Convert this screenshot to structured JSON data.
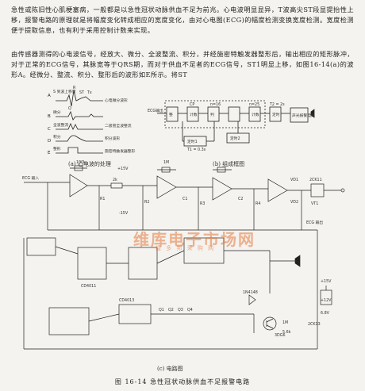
{
  "paragraphs": {
    "p1": "急性或陈旧性心肌梗塞病，一般都是以急性冠状动脉供血不足为前兆。心电波明显显异，T波高尖ST段显提抬性上移，报警电路的原理就是将幅度变化转成相应的宽度变化，由对心电图(ECG)的幅度检测变换宽度检测。宽度检测便于提取信息，也有利于采用控制计数来实现。",
    "p2": "由传感器测得的心电波信号，经放大、微分、全波整流、积分，并经施密特触发器整形后，输出相应的矩形脉冲，对于正常的ECG信号，其脉宽等于QRS期，而对于供血不足者的ECG信号，ST1明显上移，如图16-14(a)的波形A。经微分、整流、积分、整形后的波形如E所示。将ST"
  },
  "figure_a": {
    "caption": "(a) 心电波的处理",
    "items": [
      {
        "key": "A",
        "text": "S 到波上移量"
      },
      {
        "key": "B",
        "text": "微分"
      },
      {
        "key": "C",
        "text": "全波整流"
      },
      {
        "key": "D",
        "text": "积分"
      },
      {
        "key": "E",
        "text": "整形"
      }
    ],
    "annotations": [
      "ST",
      "Tx",
      "R",
      "Q"
    ],
    "notes": [
      "心电微分波形",
      "二极管全波整流",
      "积分波形",
      "施密特触发器整形"
    ]
  },
  "figure_b": {
    "caption": "(b) 组成框图",
    "input": "ECG输出",
    "blocks": [
      "整",
      "CP",
      "计数",
      "判",
      "计数",
      "定时",
      "声光报警电路"
    ],
    "labels": {
      "cp": "CP",
      "n16": "n=16",
      "n25": "n=25",
      "t2": "T2 = 2s",
      "timer1": "定时1",
      "t1": "T1 = 0.3s",
      "timer2": "定时2"
    }
  },
  "figure_c": {
    "caption": "(c) 电路图",
    "labels": [
      "ECG 输入",
      "+15V",
      "-15V",
      "100k",
      "2k",
      "1M",
      "R1",
      "R2",
      "R3",
      "R4",
      "C1",
      "C2",
      "VD1",
      "VD2",
      "2CK11",
      "VT1",
      "ECG 输出",
      "3DG6",
      "+15V",
      "1N4148",
      "CD4011",
      "CD4013",
      "Q1",
      "Q2",
      "Q3",
      "Q4",
      "+12V",
      "5.6k",
      "6.8V",
      "1M",
      "2CK13"
    ]
  },
  "watermark": {
    "main": "维库电子市场网",
    "sub": "捷 多 邦 采 购 网"
  },
  "figure_title": "图 16-14  急性冠状动脉供血不足报警电路",
  "colors": {
    "paper": "#f4f3ef",
    "ink": "#222222",
    "watermark": "#e6783c"
  }
}
